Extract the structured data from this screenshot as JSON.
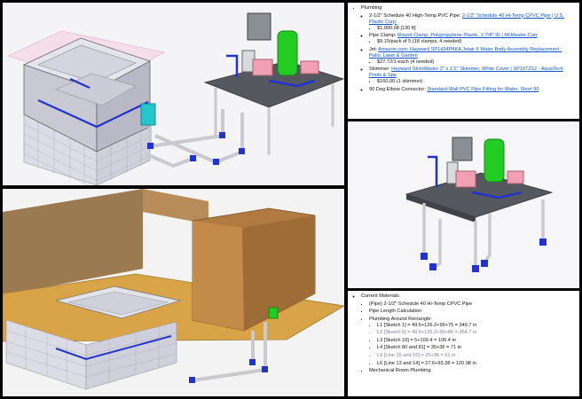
{
  "plumbing": {
    "heading": "Plumbing",
    "items": [
      {
        "label": "2-1/2\" Schedule 40 High-Temp PVC Pipe: ",
        "link": "2-1/2\" Schedule 40 Hi-Temp CPVC Pipe | U.S. Plastic Corp.",
        "details": [
          "$1,900.08 [130 ft]"
        ]
      },
      {
        "label": "Pipe Clamp: ",
        "link": "Round Clamp, Polypropylene Plastic, 2-7/8\" ID | McMaster-Carr",
        "details": [
          "$9.15/pack of 5 (18 clamps, 4 needed)"
        ]
      },
      {
        "label": "Jet: ",
        "link": "Amazon.com: Hayward SP1434PAKA Jetair II Water Body Assembly Replacement : Patio, Lawn & Garden",
        "details": [
          "$27.72/1-each (4 needed)"
        ]
      },
      {
        "label": "Skimmer: ",
        "link": "Hayward SkimMaster 2\" x 2.5\" Skimmer, White Cover | SP1072S2 - AquaTech Pools & Spa",
        "details": [
          "$160.00 (1 skimmer)"
        ]
      },
      {
        "label": "90 Deg Elbow Connector: ",
        "link": "Standard-Wall PVC Pipe Fitting for Water, Short 90",
        "details": []
      }
    ]
  },
  "materials": {
    "heading": "Current Materials",
    "pipe": "(Pipe) 2-1/2\" Schedule 40 Hi-Temp CPVC Pipe",
    "calc": "Pipe Length Calculation",
    "around": "Plumbing Around Rectangle:",
    "lines": [
      {
        "text": "L1 [Sketch 1] = 49.5+126.2+99+75 = 349.7 in",
        "muted": false
      },
      {
        "text": "L2 [Sketch 6] = 49.5+126.2+99+80 = 354.7 in",
        "muted": true
      },
      {
        "text": "L3 [Sketch 10] = 5+100.4 = 105.4 in",
        "muted": false
      },
      {
        "text": "L4 [Sketch 80 and 81] = 35+36 = 71 in",
        "muted": false
      },
      {
        "text": "L5 [Line 15 and 16] = 25+36 = 61 in",
        "muted": true
      },
      {
        "text": "L6 [Line 13 and 14] = 27.6+93.38 = 120.98 in",
        "muted": false
      }
    ],
    "mech": "Mechanical Room Plumbing"
  },
  "colors": {
    "pipe": "#c9c9cf",
    "fitting": "#2233cc",
    "brick": "#dcdce6",
    "pump_green": "#22cc22",
    "heater_pink": "#f0a0b0",
    "wood": "#d9a448",
    "table_top": "#55585e"
  }
}
